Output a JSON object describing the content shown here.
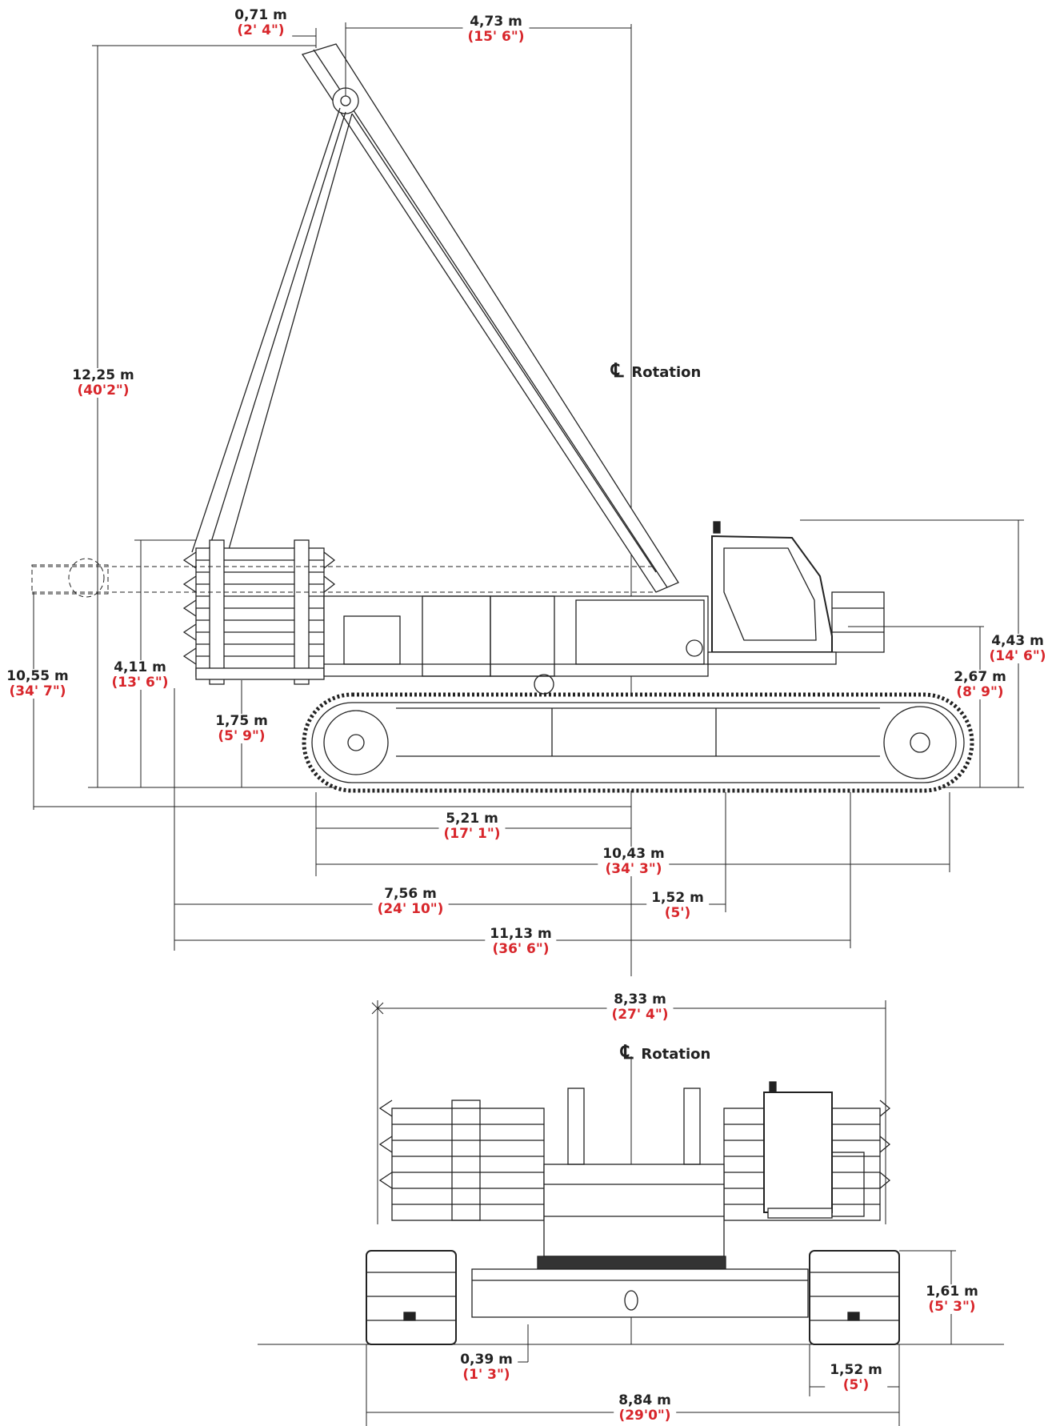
{
  "side_view": {
    "centerline_label": "Rotation",
    "dimensions": [
      {
        "id": "top-offset",
        "metric": "0,71 m",
        "imperial": "(2' 4\")"
      },
      {
        "id": "top-reach",
        "metric": "4,73 m",
        "imperial": "(15' 6\")"
      },
      {
        "id": "boom-height",
        "metric": "12,25 m",
        "imperial": "(40'2\")"
      },
      {
        "id": "hook-reach",
        "metric": "10,55 m",
        "imperial": "(34' 7\")"
      },
      {
        "id": "counterweight-top",
        "metric": "4,11 m",
        "imperial": "(13' 6\")"
      },
      {
        "id": "counterweight-bottom",
        "metric": "1,75 m",
        "imperial": "(5' 9\")"
      },
      {
        "id": "cab-height",
        "metric": "4,43 m",
        "imperial": "(14' 6\")"
      },
      {
        "id": "deck-height",
        "metric": "2,67 m",
        "imperial": "(8' 9\")"
      },
      {
        "id": "track-to-center",
        "metric": "5,21 m",
        "imperial": "(17' 1\")"
      },
      {
        "id": "track-length",
        "metric": "10,43 m",
        "imperial": "(34' 3\")"
      },
      {
        "id": "tail-radius",
        "metric": "7,56 m",
        "imperial": "(24' 10\")"
      },
      {
        "id": "front-offset",
        "metric": "1,52 m",
        "imperial": "(5')"
      },
      {
        "id": "overall-length",
        "metric": "11,13 m",
        "imperial": "(36' 6\")"
      }
    ]
  },
  "front_view": {
    "centerline_label": "Rotation",
    "dimensions": [
      {
        "id": "counterweight-width",
        "metric": "8,33 m",
        "imperial": "(27' 4\")"
      },
      {
        "id": "track-height",
        "metric": "1,61 m",
        "imperial": "(5' 3\")"
      },
      {
        "id": "ground-clearance",
        "metric": "0,39 m",
        "imperial": "(1' 3\")"
      },
      {
        "id": "track-width",
        "metric": "1,52 m",
        "imperial": "(5')"
      },
      {
        "id": "overall-width",
        "metric": "8,84 m",
        "imperial": "(29'0\")"
      }
    ]
  }
}
